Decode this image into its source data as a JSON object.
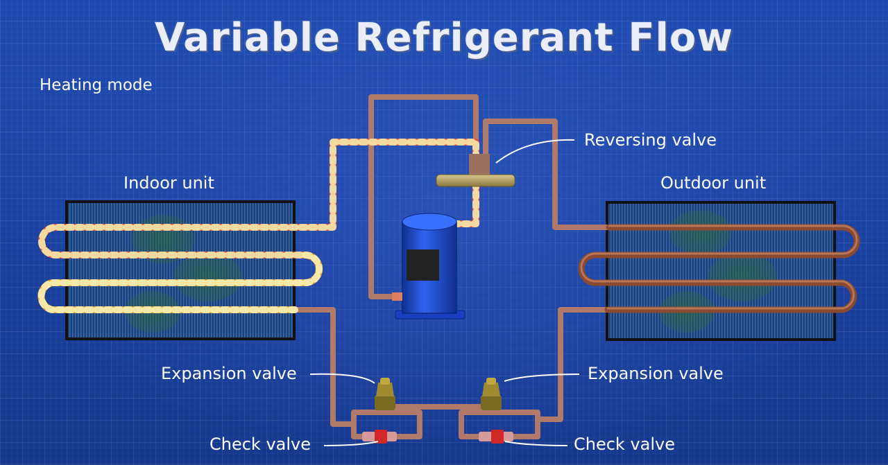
{
  "title": "Variable Refrigerant Flow",
  "mode": "Heating mode",
  "labels": {
    "indoor_unit": "Indoor unit",
    "outdoor_unit": "Outdoor unit",
    "reversing_valve": "Reversing valve",
    "expansion_valve_left": "Expansion valve",
    "expansion_valve_right": "Expansion valve",
    "check_valve_left": "Check valve",
    "check_valve_right": "Check valve"
  },
  "colors": {
    "background": "#1a3f9e",
    "hot_pipe": "#e8503c",
    "hot_stripe": "#f4d9a0",
    "warm_pipe": "#e0a030",
    "copper_pipe": "#b07a6a",
    "compressor": "#1f4fd8",
    "valve_brass": "#b8a040",
    "check_valve_red": "#d02828"
  }
}
